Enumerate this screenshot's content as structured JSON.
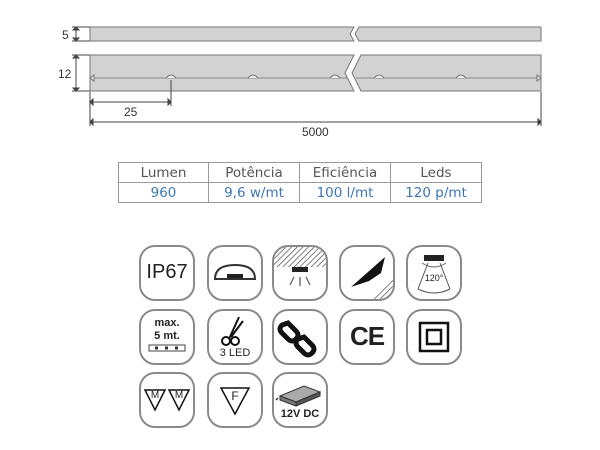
{
  "drawing": {
    "dims": {
      "height_top": "5",
      "height_bottom": "12",
      "spacing": "25",
      "length": "5000"
    }
  },
  "specs": {
    "headers": [
      "Lumen",
      "Potência",
      "Eficiência",
      "Leds"
    ],
    "values": [
      "960",
      "9,6 w/mt",
      "100 l/mt",
      "120 p/mt"
    ],
    "value_color": "#3a76b5"
  },
  "icons": {
    "ip_rating": "IP67",
    "cut_max": "max.",
    "cut_length": "5 mt.",
    "cut_led": "3 LED",
    "beam_angle": "120°",
    "ce_mark": "CE",
    "m_label": "M",
    "f_label": "F",
    "voltage": "12V DC"
  }
}
